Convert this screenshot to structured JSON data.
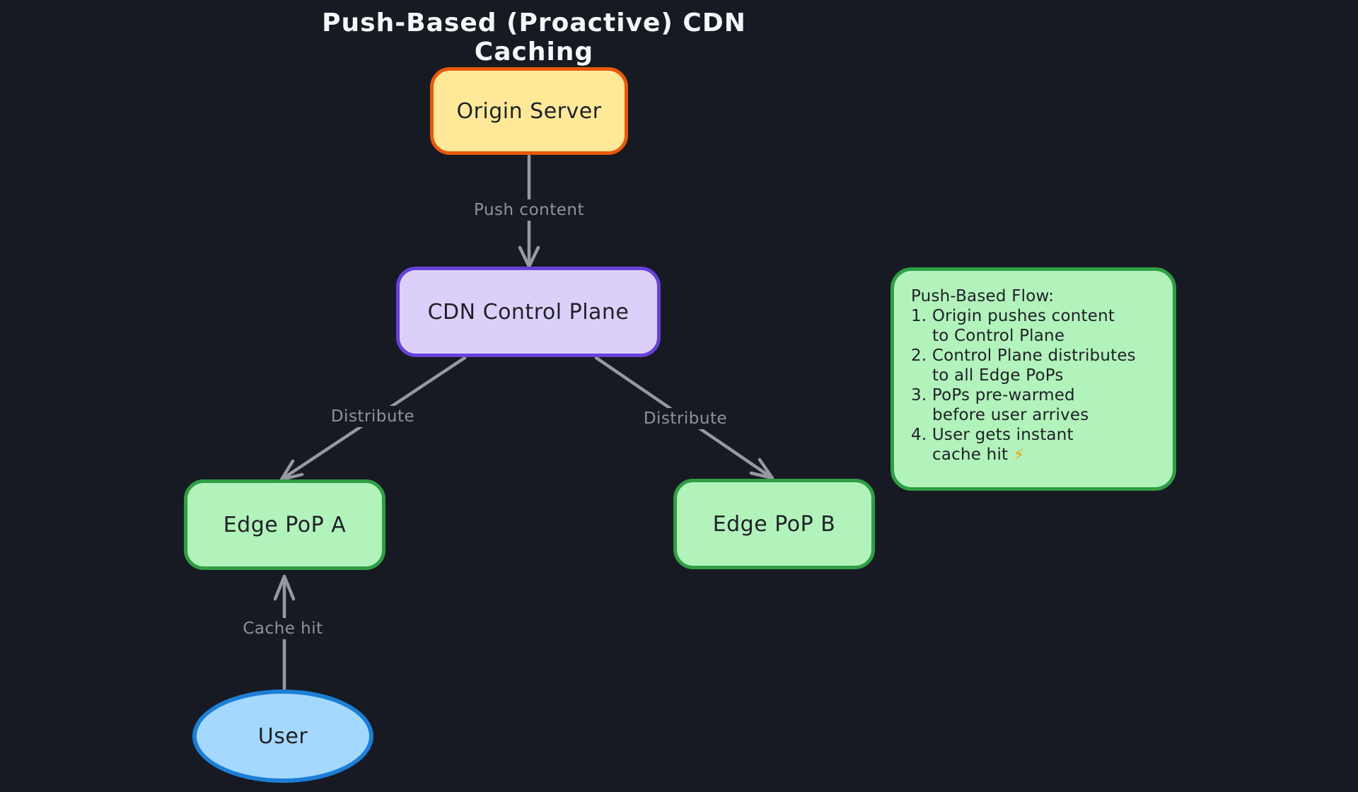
{
  "title": "Push-Based (Proactive) CDN Caching",
  "colors": {
    "background": "#171a23",
    "title_text": "#f4f6f8",
    "arrow": "#959aa2",
    "edge_label": "#8d939c",
    "node_text": "#1e2127",
    "origin_fill": "#ffe999",
    "origin_border": "#e8590c",
    "control_fill": "#dcd0fa",
    "control_border": "#6741d9",
    "pop_fill": "#b2f2bb",
    "pop_border": "#2f9e44",
    "user_fill": "#a5d8ff",
    "user_border": "#1c7ed6",
    "bolt": "#f59f00"
  },
  "nodes": {
    "origin": {
      "label": "Origin Server"
    },
    "control": {
      "label": "CDN Control Plane"
    },
    "pop_a": {
      "label": "Edge PoP A"
    },
    "pop_b": {
      "label": "Edge PoP B"
    },
    "user": {
      "label": "User"
    }
  },
  "edges": {
    "push": {
      "label": "Push content"
    },
    "distribute_left": {
      "label": "Distribute"
    },
    "distribute_right": {
      "label": "Distribute"
    },
    "cache_hit": {
      "label": "Cache hit"
    }
  },
  "note": {
    "lines": [
      "Push-Based Flow:",
      "1. Origin pushes content",
      "    to Control Plane",
      "2. Control Plane distributes",
      "    to all Edge PoPs",
      "3. PoPs pre-warmed",
      "    before user arrives",
      "4. User gets instant",
      "    cache hit "
    ],
    "bolt": "⚡"
  }
}
